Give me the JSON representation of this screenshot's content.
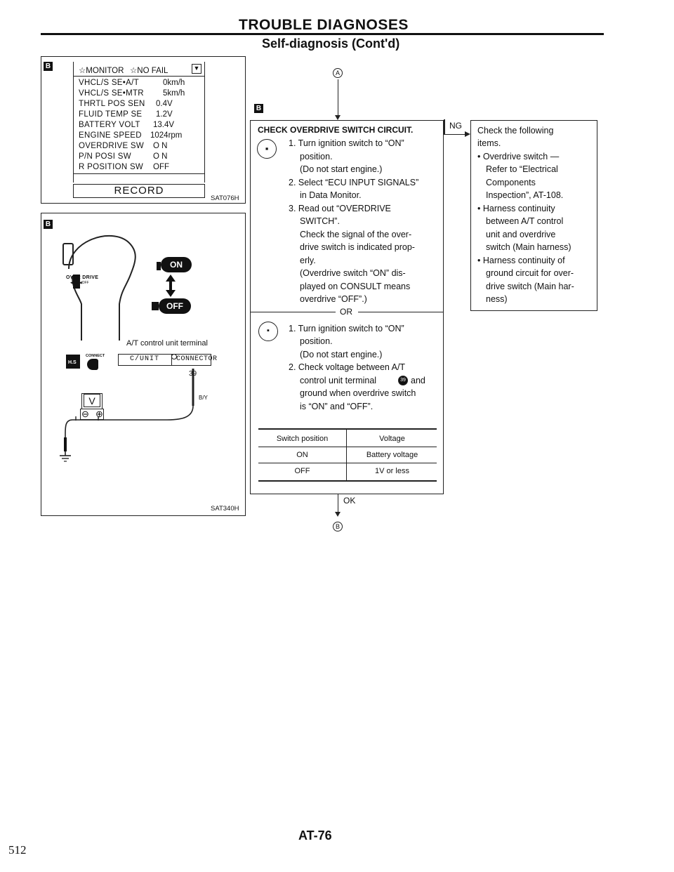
{
  "header": {
    "title": "TROUBLE DIAGNOSES",
    "subtitle": "Self-diagnosis (Cont'd)"
  },
  "badge_letter": "B",
  "monitor": {
    "title_left": "☆MONITOR",
    "title_right": "☆NO FAIL",
    "rows": [
      {
        "label": "VHCL/S SE•A/T",
        "value": "0km/h"
      },
      {
        "label": "VHCL/S SE•MTR",
        "value": "5km/h"
      },
      {
        "label": "THRTL POS SEN",
        "value": "0.4V"
      },
      {
        "label": "FLUID TEMP SE",
        "value": "1.2V"
      },
      {
        "label": "BATTERY VOLT",
        "value": "13.4V"
      },
      {
        "label": "ENGINE SPEED",
        "value": "1024rpm"
      },
      {
        "label": "OVERDRIVE SW",
        "value": "O N"
      },
      {
        "label": "P/N POSI SW",
        "value": "O N"
      },
      {
        "label": "R POSITION SW",
        "value": "OFF"
      }
    ],
    "record_button": "RECORD",
    "code": "SAT076H"
  },
  "shifter": {
    "overdrive_label": "OVER DRIVE",
    "overdrive_sub": "◀ON ◀OFF",
    "on_label": "ON",
    "off_label": "OFF",
    "terminal_caption": "A/T control unit terminal",
    "connect_label": "CONNECT",
    "hs_label": "H.S",
    "cunit_label": "C/UNIT",
    "connector_label": "CONNECTOR",
    "terminal_number": "39",
    "wire_color": "B/Y",
    "meter_label": "V",
    "minus": "⊖",
    "plus": "⊕",
    "code": "SAT340H"
  },
  "flow": {
    "top_connector": "A",
    "bottom_connector": "B",
    "check_title": "CHECK OVERDRIVE SWITCH CIRCUIT.",
    "steps_a": [
      "1. Turn ignition switch to “ON”",
      "position.",
      "(Do not start engine.)",
      "2. Select “ECU INPUT SIGNALS”",
      "in Data Monitor.",
      "3. Read out “OVERDRIVE",
      "SWITCH”.",
      "Check the signal of the over-",
      "drive switch is indicated prop-",
      "erly.",
      "(Overdrive switch “ON” dis-",
      "played on CONSULT means",
      "overdrive “OFF”.)"
    ],
    "or_label": "OR",
    "steps_b": [
      "1. Turn ignition switch to “ON”",
      "position.",
      "(Do not start engine.)",
      "2. Check voltage between A/T",
      "control unit terminal",
      "ground when overdrive switch",
      "is “ON” and “OFF”."
    ],
    "step_b_terminal_suffix": "and",
    "terminal_ref": "39",
    "table": {
      "headers": [
        "Switch position",
        "Voltage"
      ],
      "rows": [
        [
          "ON",
          "Battery voltage"
        ],
        [
          "OFF",
          "1V or less"
        ]
      ]
    },
    "ng_label": "NG",
    "ok_label": "OK",
    "ng_box": [
      "Check the following",
      "items.",
      "• Overdrive switch —",
      "Refer to “Electrical",
      "Components",
      "Inspection”, AT-108.",
      "• Harness continuity",
      "between A/T control",
      "unit and overdrive",
      "switch (Main harness)",
      "• Harness continuity of",
      "ground circuit for over-",
      "drive switch (Main har-",
      "ness)"
    ]
  },
  "footer": {
    "page_code": "AT-76",
    "page_number": "512"
  }
}
